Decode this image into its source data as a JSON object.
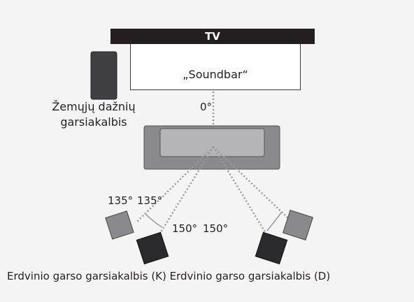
{
  "tv": {
    "label": "TV"
  },
  "soundbar": {
    "label": "„Soundbar“"
  },
  "subwoofer": {
    "label_line1": "Žemųjų dažnių",
    "label_line2": "garsiakalbis"
  },
  "center_angle": "0°",
  "rear_left_angles": {
    "inner": "135°",
    "outer": "135°"
  },
  "rear_angles_150": {
    "left": "150°",
    "right": "150°"
  },
  "caption": {
    "left": "Erdvinio garso garsiakalbis (K)",
    "right": "Erdvinio garso garsiakalbis (D)"
  },
  "colors": {
    "tv_bar": "#231f20",
    "soundbar": "#6d6e71",
    "subwoofer": "#3f3f41",
    "sofa": "#8a8a8c",
    "sofa_light": "#c8c8ca",
    "rear_front_speaker": "#8a8a8c",
    "rear_back_speaker": "#2a2a2c",
    "dotted_line": "#9a9a9c"
  }
}
